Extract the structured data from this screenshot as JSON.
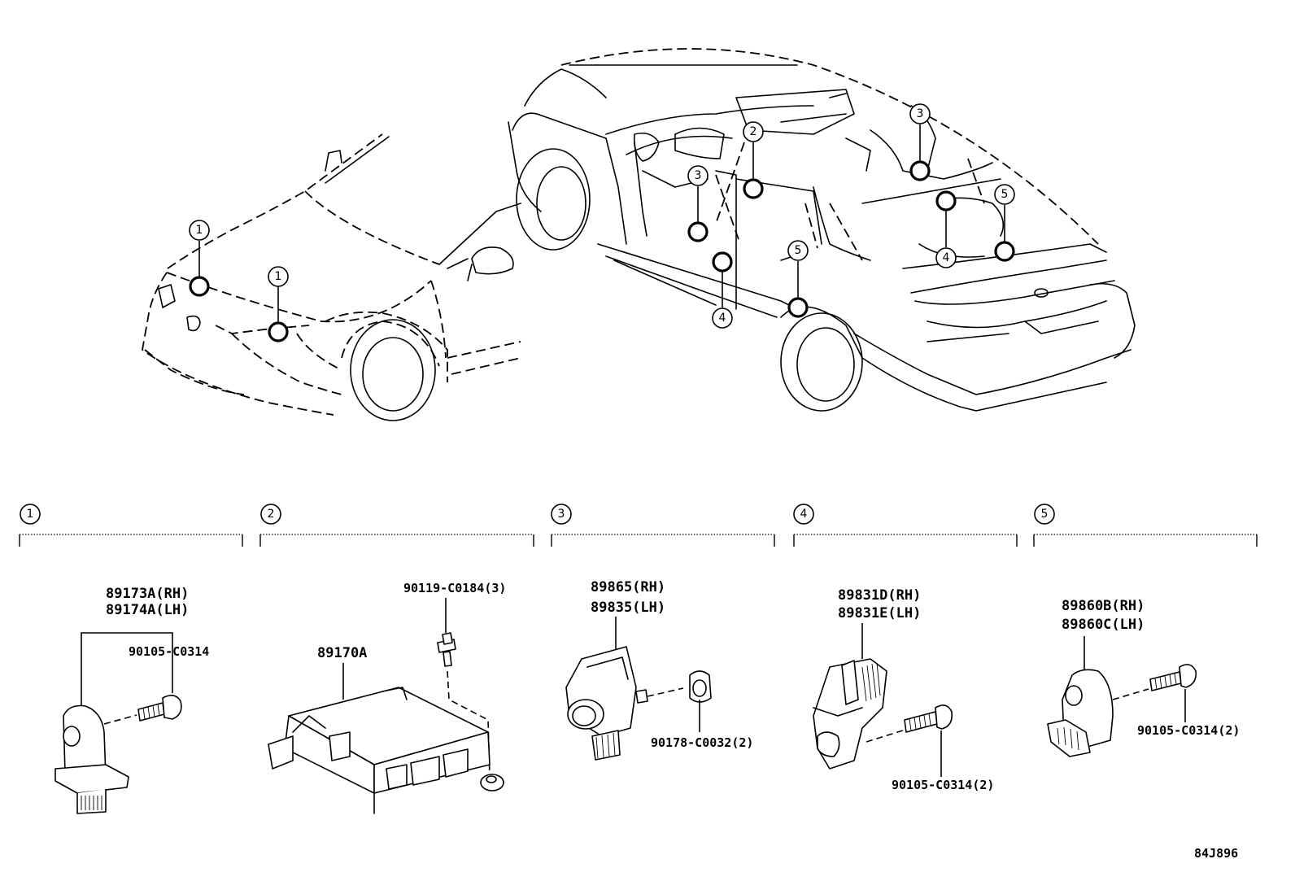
{
  "callouts": [
    "1",
    "2",
    "3",
    "4",
    "5"
  ],
  "sections": [
    {
      "number": "1",
      "parts": [
        "89173A(RH)",
        "89174A(LH)",
        "90105-C0314"
      ]
    },
    {
      "number": "2",
      "parts": [
        "89170A",
        "90119-C0184(3)"
      ]
    },
    {
      "number": "3",
      "parts": [
        "89865(RH)",
        "89835(LH)",
        "90178-C0032(2)"
      ]
    },
    {
      "number": "4",
      "parts": [
        "89831D(RH)",
        "89831E(LH)",
        "90105-C0314(2)"
      ]
    },
    {
      "number": "5",
      "parts": [
        "89860B(RH)",
        "89860C(LH)",
        "90105-C0314(2)"
      ]
    }
  ],
  "diagram_code": "84J896"
}
